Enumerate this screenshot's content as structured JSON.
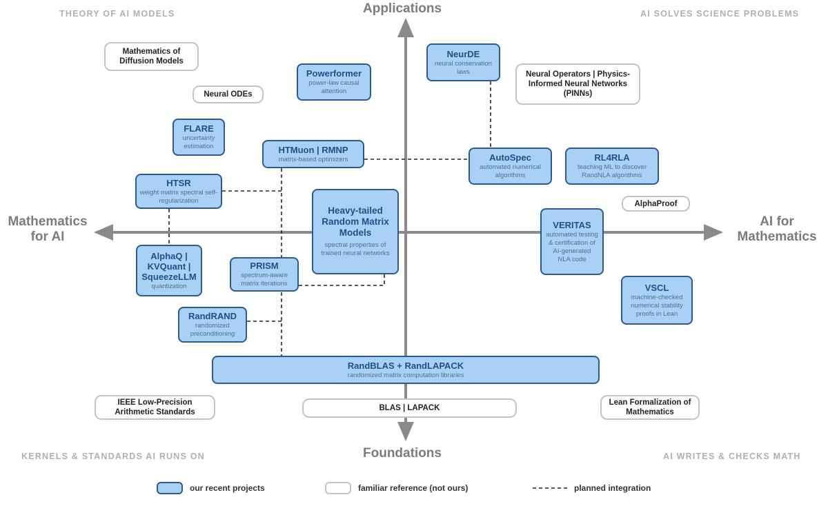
{
  "axes": {
    "top": "Applications",
    "bottom": "Foundations",
    "left_line1": "Mathematics",
    "left_line2": "for AI",
    "right_line1": "AI for",
    "right_line2": "Mathematics"
  },
  "quadrants": {
    "top_left": "THEORY OF AI MODELS",
    "top_right": "AI SOLVES SCIENCE PROBLEMS",
    "bottom_left": "KERNELS & STANDARDS AI RUNS ON",
    "bottom_right": "AI WRITES & CHECKS MATH"
  },
  "projects": {
    "powerformer": {
      "title": "Powerformer",
      "desc": "power-law causal attention"
    },
    "neurde": {
      "title": "NeurDE",
      "desc": "neural conservation laws"
    },
    "flare": {
      "title": "FLARE",
      "desc": "uncertainty estimation"
    },
    "htmuon": {
      "title": "HTMuon | RMNP",
      "desc": "matrix-based optimizers"
    },
    "autospec": {
      "title": "AutoSpec",
      "desc": "automated numerical algorithms"
    },
    "rl4rla": {
      "title": "RL4RLA",
      "desc": "teaching ML to discover RandNLA algorithms"
    },
    "htsr": {
      "title": "HTSR",
      "desc": "weight matrix spectral self-regularization"
    },
    "heavytailed": {
      "title": "Heavy-tailed Random Matrix Models",
      "desc": "spectral properties of trained neural networks"
    },
    "veritas": {
      "title": "VERITAS",
      "desc": "automated testing & certification of AI-generated NLA code"
    },
    "alphaq": {
      "title": "AlphaQ | KVQuant | SqueezeLLM",
      "desc": "quantization"
    },
    "prism": {
      "title": "PRISM",
      "desc": "spectrum-aware matrix iterations"
    },
    "vscl": {
      "title": "VSCL",
      "desc": "machine-checked numerical stability proofs in Lean"
    },
    "randrand": {
      "title": "RandRAND",
      "desc": "randomized preconditioning"
    },
    "randblas": {
      "title": "RandBLAS + RandLAPACK",
      "desc": "randomized matrix computation libraries"
    }
  },
  "references": {
    "diffusion": "Mathematics of Diffusion Models",
    "neuralodes": "Neural ODEs",
    "neuralops": "Neural Operators | Physics-Informed Neural Networks (PINNs)",
    "alphaproof": "AlphaProof",
    "ieee": "IEEE Low-Precision Arithmetic Standards",
    "blas": "BLAS | LAPACK",
    "lean": "Lean Formalization of Mathematics"
  },
  "legend": {
    "ours": "our recent projects",
    "ref": "familiar reference (not ours)",
    "planned": "planned integration"
  },
  "colors": {
    "ours_fill": "#a9d1f6",
    "ours_border": "#2a5b8c",
    "ours_title": "#1e4f86",
    "ref_border": "#c4c4c4",
    "axis": "#8a8a8a",
    "quadrant_label": "#b0b0b0"
  }
}
